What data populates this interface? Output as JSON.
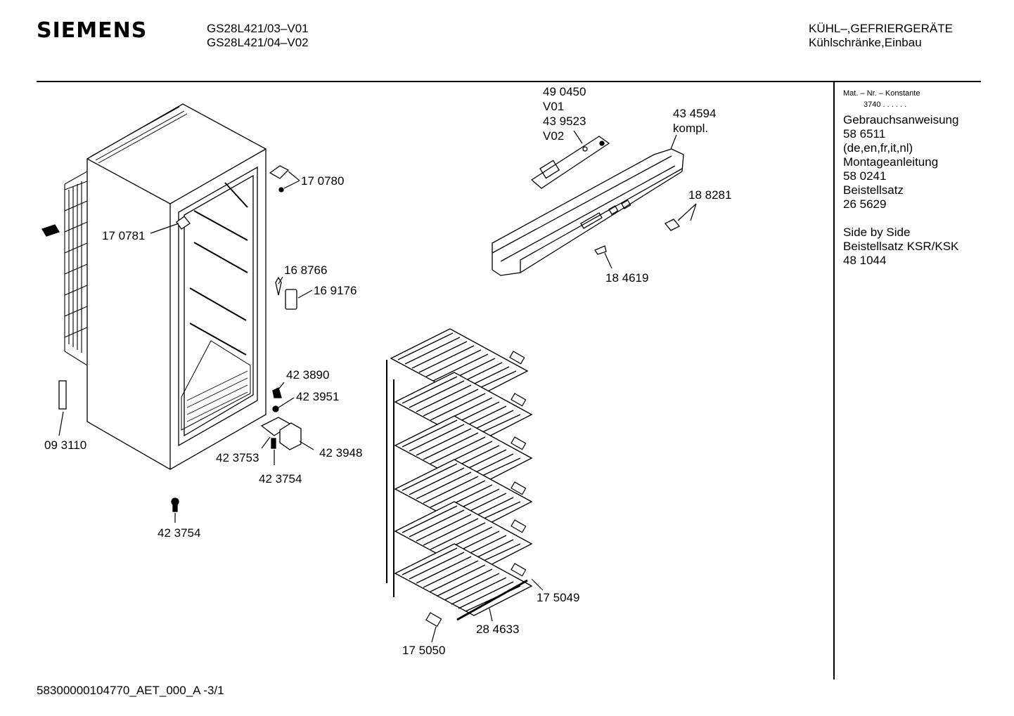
{
  "header": {
    "brand": "SIEMENS",
    "models": [
      "GS28L421/03–V01",
      "GS28L421/04–V02"
    ],
    "category": [
      "KÜHL–,GEFRIERGERÄTE",
      "Kühlschränke,Einbau"
    ]
  },
  "sidebar": {
    "mat_nr_label": "Mat. – Nr. – Konstante",
    "mat_nr_value": "3740 . . . . . .",
    "lines": [
      "Gebrauchsanweisung",
      "58 6511",
      "(de,en,fr,it,nl)",
      "Montageanleitung",
      "58 0241",
      "Beistellsatz",
      "26 5629",
      "",
      "Side by Side",
      "Beistellsatz KSR/KSK",
      "48 1044"
    ]
  },
  "parts": {
    "p490450": "49 0450",
    "v01": "V01",
    "p439523": "43 9523",
    "v02": "V02",
    "p434594": "43 4594",
    "kompl": "kompl.",
    "p188281": "18 8281",
    "p184619": "18 4619",
    "p170780": "17 0780",
    "p170781": "17 0781",
    "p168766": "16 8766",
    "p169176": "16 9176",
    "p423890": "42 3890",
    "p423951": "42 3951",
    "p423948": "42 3948",
    "p423753": "42 3753",
    "p423754a": "42 3754",
    "p423754b": "42 3754",
    "p093110": "09 3110",
    "p175049": "17 5049",
    "p284633": "28 4633",
    "p175050": "17 5050"
  },
  "footer": {
    "code": "58300000104770_AET_000_A  -3/1"
  }
}
